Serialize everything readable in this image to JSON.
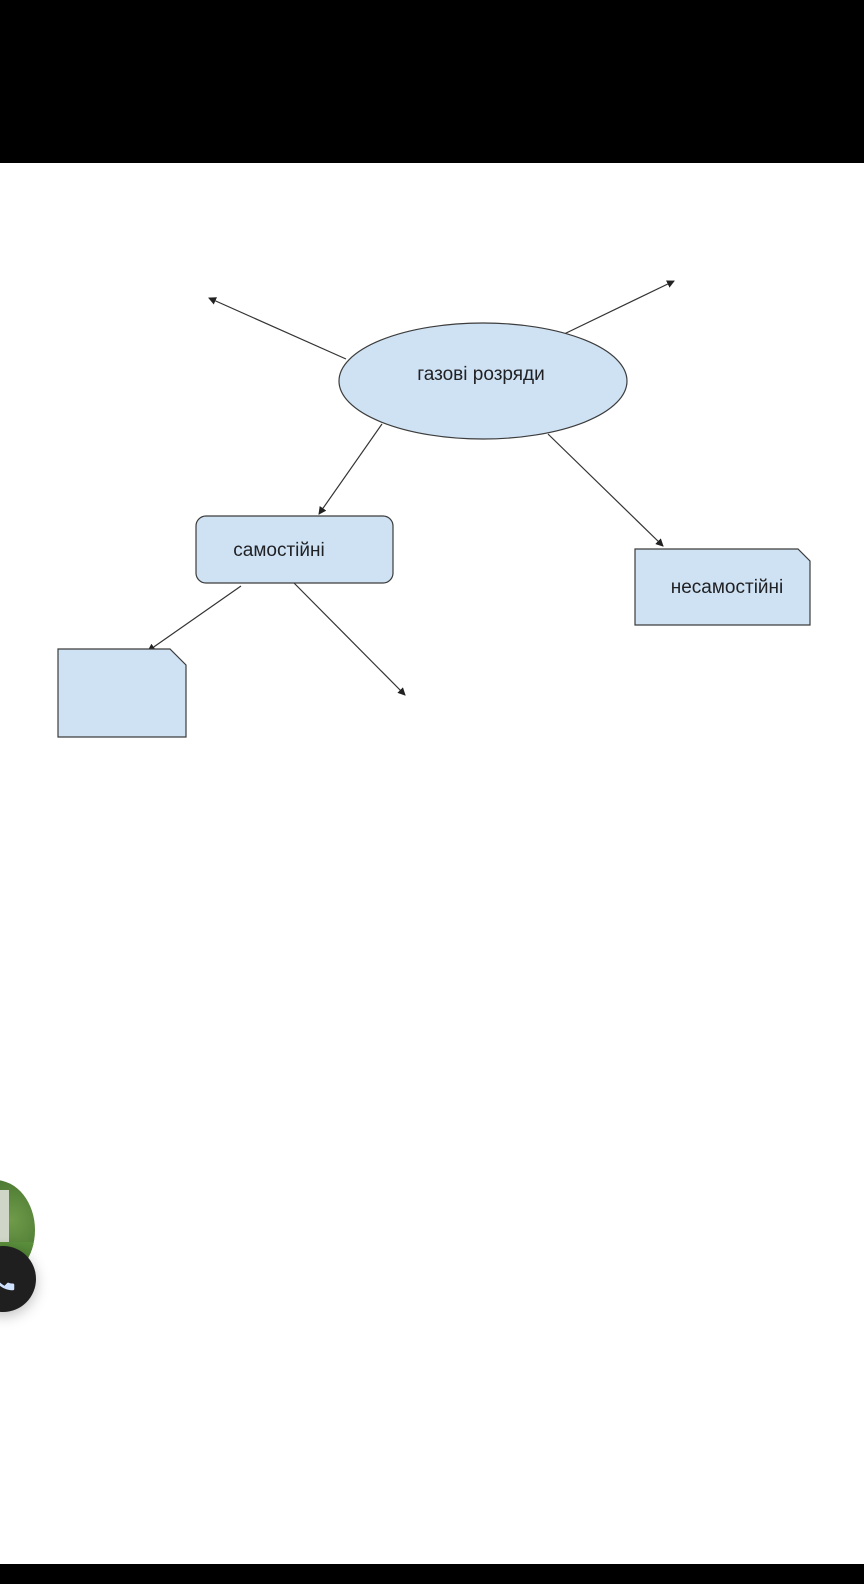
{
  "diagram": {
    "nodes": {
      "root": {
        "label": "газові розряди",
        "shape": "ellipse"
      },
      "left": {
        "label": "самостійні",
        "shape": "rounded-rect"
      },
      "right": {
        "label": "несамостійні",
        "shape": "snip-corner-rect"
      },
      "empty": {
        "label": "",
        "shape": "snip-corner-rect"
      }
    },
    "fill_color": "#cfe2f3",
    "stroke_color": "#3c3c3c"
  },
  "call_bubble": {
    "icon": "phone-icon"
  }
}
